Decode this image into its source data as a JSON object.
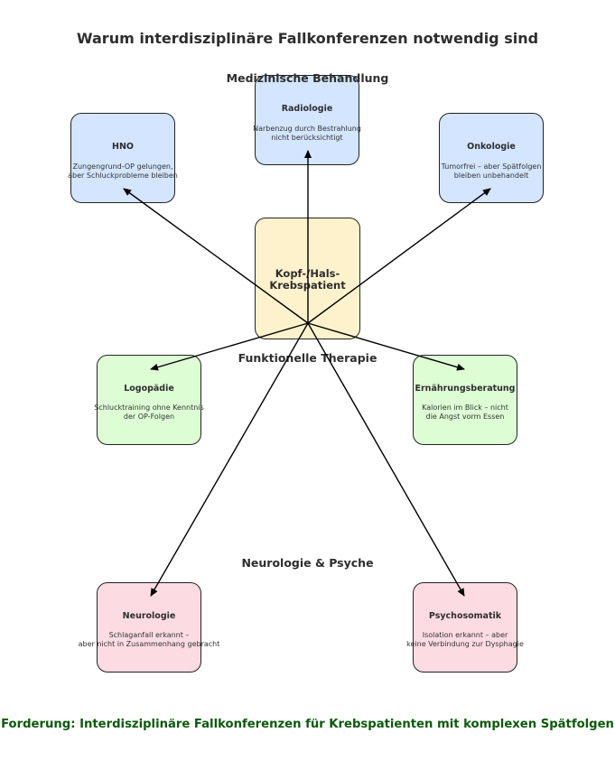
{
  "title": "Warum interdisziplinäre Fallkonferenzen notwendig sind",
  "center": {
    "label": "Kopf-/Hals-\nKrebspatient"
  },
  "sections": {
    "medical": "Medizinische Behandlung",
    "functional": "Funktionelle Therapie",
    "neuro": "Neurologie & Psyche"
  },
  "nodes": {
    "hno": {
      "name": "HNO",
      "desc": "Zungengrund-OP gelungen,\naber Schluckprobleme bleiben"
    },
    "radiologie": {
      "name": "Radiologie",
      "desc": "Narbenzug durch Bestrahlung\nnicht berücksichtigt"
    },
    "onkologie": {
      "name": "Onkologie",
      "desc": "Tumorfrei – aber Spätfolgen\nbleiben unbehandelt"
    },
    "logopaedie": {
      "name": "Logopädie",
      "desc": "Schlucktraining ohne Kenntnis\nder OP-Folgen"
    },
    "ernaehrung": {
      "name": "Ernährungsberatung",
      "desc": "Kalorien im Blick – nicht\ndie Angst vorm Essen"
    },
    "neurologie": {
      "name": "Neurologie",
      "desc": "Schlaganfall erkannt –\naber nicht in Zusammenhang gebracht"
    },
    "psychosomatik": {
      "name": "Psychosomatik",
      "desc": "Isolation erkannt – aber\nkeine Verbindung zur Dysphagie"
    }
  },
  "colors": {
    "medical": "#d3e5ff",
    "functional": "#ddfdd5",
    "neuro": "#fcdce2",
    "center": "#fef2cc",
    "footer": "#0a5a0a"
  },
  "footer": "Forderung: Interdisziplinäre Fallkonferenzen für Krebspatienten mit komplexen Spätfolgen"
}
